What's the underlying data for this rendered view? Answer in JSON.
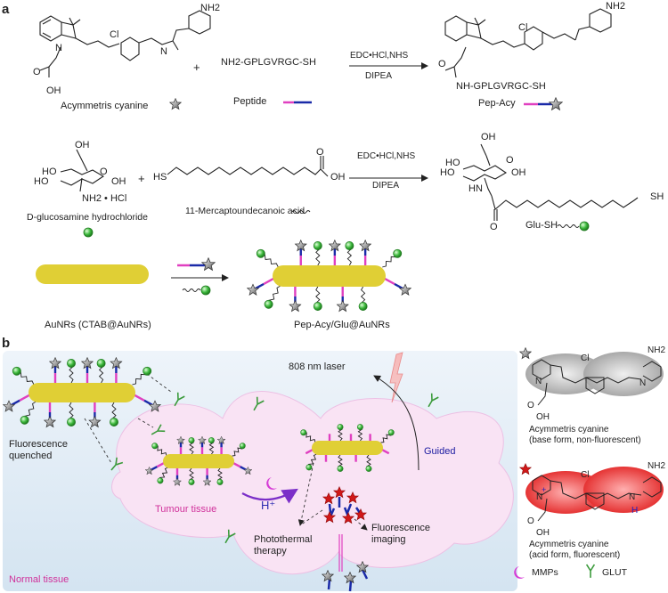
{
  "panel_a": {
    "letter": "a",
    "row1": {
      "reactant1_name": "Acymmetris cyanine",
      "reactant1_substituents": {
        "amine": "NH2",
        "chloro": "Cl",
        "acid": "OH",
        "carbonyl": "O",
        "nitrogen": "N"
      },
      "plus": "+",
      "reactant2_formula": "NH2-GPLGVRGC-SH",
      "reactant2_name": "Peptide",
      "reagent_top": "EDC•HCl,NHS",
      "reagent_bottom": "DIPEA",
      "product_tail": "NH-GPLGVRGC-SH",
      "product_name": "Pep-Acy"
    },
    "row2": {
      "reactant1_name": "D-glucosamine hydrochloride",
      "reactant1_groups": {
        "oh_top": "OH",
        "ho1": "HO",
        "ho2": "HO",
        "oh_right": "OH",
        "ring_o": "O",
        "amine": "NH2 • HCl"
      },
      "plus": "+",
      "reactant2_hs": "HS",
      "reactant2_oh": "OH",
      "reactant2_o": "O",
      "reactant2_name": "11-Mercaptoundecanoic acid",
      "reagent_top": "EDC•HCl,NHS",
      "reagent_bottom": "DIPEA",
      "product_groups": {
        "oh_top": "OH",
        "ho1": "HO",
        "ho2": "HO",
        "oh_right": "OH",
        "ring_o": "O",
        "hn": "HN",
        "o": "O",
        "sh": "SH"
      },
      "product_name": "Glu-SH"
    },
    "row3": {
      "reactant_name": "AuNRs (CTAB@AuNRs)",
      "product_name": "Pep-Acy/Glu@AuNRs"
    }
  },
  "panel_b": {
    "letter": "b",
    "laser_label": "808 nm laser",
    "quenched_label": "Fluorescence\nquenched",
    "tumour_label": "Tumour tissue",
    "normal_label": "Normal tissue",
    "proton_label": "H⁺",
    "guided_label": "Guided",
    "ptt_label": "Photothermal\ntherapy",
    "imaging_label": "Fluorescence\nimaging"
  },
  "legend": {
    "base_name": "Acymmetris cyanine",
    "base_desc": "(base form, non-fluorescent)",
    "acid_name": "Acymmetris cyanine",
    "acid_desc": "(acid form, fluorescent)",
    "nh2": "NH2",
    "cl": "Cl",
    "n": "N",
    "oh": "OH",
    "o": "O",
    "h": "H",
    "plus": "+",
    "mmps": "MMPs",
    "glut": "GLUT"
  },
  "colors": {
    "gold": "#e0cf35",
    "magenta": "#e040c0",
    "blue": "#1a2aa8",
    "green_ball": "#3cb83c",
    "tumour_fill": "#f9e3f4",
    "normal_bg_top": "#eef4fa",
    "normal_bg_bottom": "#d6e6f2",
    "red_star": "#d01818",
    "red_lobe": "#e82020",
    "grey_lobe": "#a8a8a8",
    "mmp": "#d63bd6",
    "proton_arrow": "#7b2fc8",
    "guided_text": "#1a1aa0",
    "tissue_text": "#d0309a"
  }
}
